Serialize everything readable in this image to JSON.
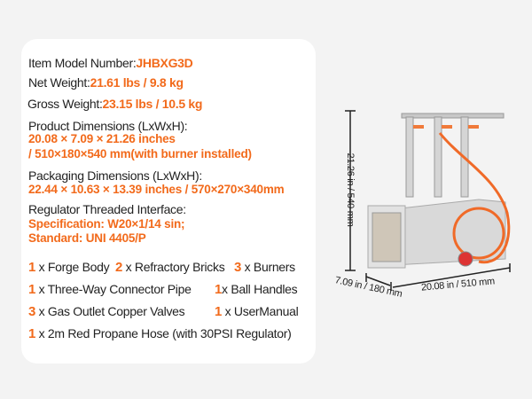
{
  "specs": {
    "model_label": "Item Model Number:",
    "model_value": "JHBXG3D",
    "net_label": "Net Weight:",
    "net_value": "21.61 lbs / 9.8 kg",
    "gross_label": "Gross Weight:",
    "gross_value": "23.15 lbs / 10.5 kg",
    "product_dim_label": "Product Dimensions (LxWxH):",
    "product_dim_line1": "20.08 × 7.09 × 21.26 inches",
    "product_dim_line2": "/ 510×180×540 mm(with burner installed)",
    "pack_dim_label": "Packaging Dimensions (LxWxH):",
    "pack_dim_value": "22.44 × 10.63 × 13.39 inches / 570×270×340mm",
    "regulator_label": "Regulator Threaded Interface:",
    "regulator_spec": "Specification: W20×1/14 sin;",
    "regulator_standard": "Standard: UNI 4405/P"
  },
  "package_items": [
    {
      "qty": "1",
      "label": "x Forge Body"
    },
    {
      "qty": "2",
      "label": "x Refractory Bricks"
    },
    {
      "qty": "3",
      "label": "x Burners"
    },
    {
      "qty": "1",
      "label": "x Three-Way Connector Pipe"
    },
    {
      "qty": "1",
      "label": "x Ball Handles"
    },
    {
      "qty": "3",
      "label": "x Gas Outlet Copper Valves"
    },
    {
      "qty": "1",
      "label": "x UserManual"
    },
    {
      "qty": "1",
      "label": "x 2m Red Propane Hose (with 30PSI Regulator)"
    }
  ],
  "dimensions": {
    "height": "21.26 in / 540 mm",
    "width": "7.09 in / 180 mm",
    "length": "20.08 in / 510 mm"
  },
  "colors": {
    "accent": "#f26a1b"
  }
}
